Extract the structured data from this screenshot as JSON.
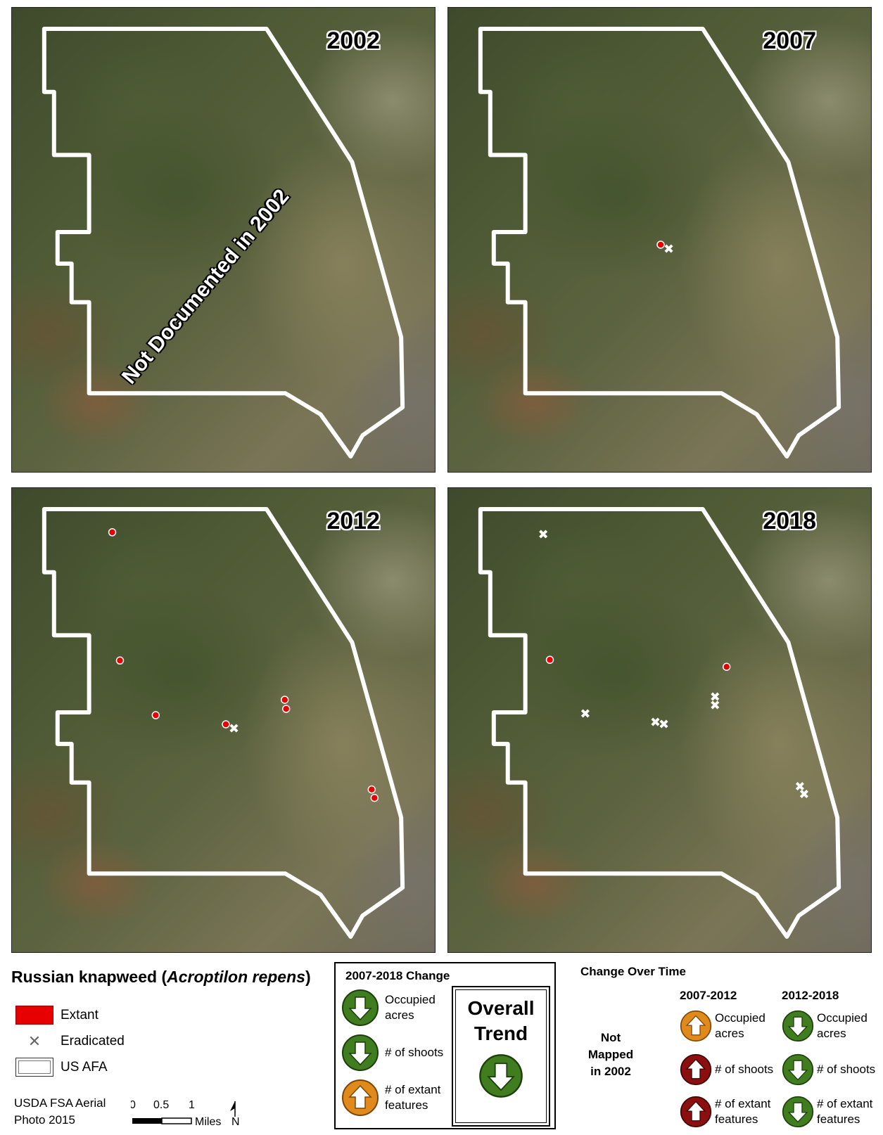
{
  "maps": [
    {
      "year": "2002",
      "note": "Not Documented in 2002"
    },
    {
      "year": "2007"
    },
    {
      "year": "2012"
    },
    {
      "year": "2018"
    }
  ],
  "legend": {
    "title_main": "Russian knapweed (",
    "title_species": "Acroptilon repens",
    "title_end": ")",
    "extant": "Extant",
    "eradicated": "Eradicated",
    "boundary": "US AFA",
    "source_line1": "USDA FSA Aerial",
    "source_line2": "Photo 2015",
    "scale_ticks": [
      "0",
      "0.5",
      "1"
    ],
    "scale_units": "Miles",
    "north": "N"
  },
  "change_2007_2018": {
    "title": "2007-2018 Change",
    "items": [
      {
        "label": "Occupied acres",
        "direction": "down",
        "color": "green"
      },
      {
        "label": "# of shoots",
        "direction": "down",
        "color": "green"
      },
      {
        "label": "# of extant features",
        "direction": "up",
        "color": "orange"
      }
    ],
    "overall_label": "Overall Trend",
    "overall_direction": "down",
    "overall_color": "green"
  },
  "change_over_time": {
    "title": "Change Over Time",
    "not_mapped": "Not Mapped in 2002",
    "periods": [
      {
        "label": "2007-2012",
        "items": [
          {
            "label": "Occupied acres",
            "direction": "up",
            "color": "orange"
          },
          {
            "label": "# of shoots",
            "direction": "up",
            "color": "darkred"
          },
          {
            "label": "# of extant features",
            "direction": "up",
            "color": "darkred"
          }
        ]
      },
      {
        "label": "2012-2018",
        "items": [
          {
            "label": "Occupied acres",
            "direction": "down",
            "color": "green"
          },
          {
            "label": "# of shoots",
            "direction": "down",
            "color": "green"
          },
          {
            "label": "# of extant features",
            "direction": "down",
            "color": "green"
          }
        ]
      }
    ]
  },
  "colors": {
    "extant": "#e60000",
    "green": "#3f7d1e",
    "orange": "#e08a1c",
    "darkred": "#8b0f0f"
  }
}
